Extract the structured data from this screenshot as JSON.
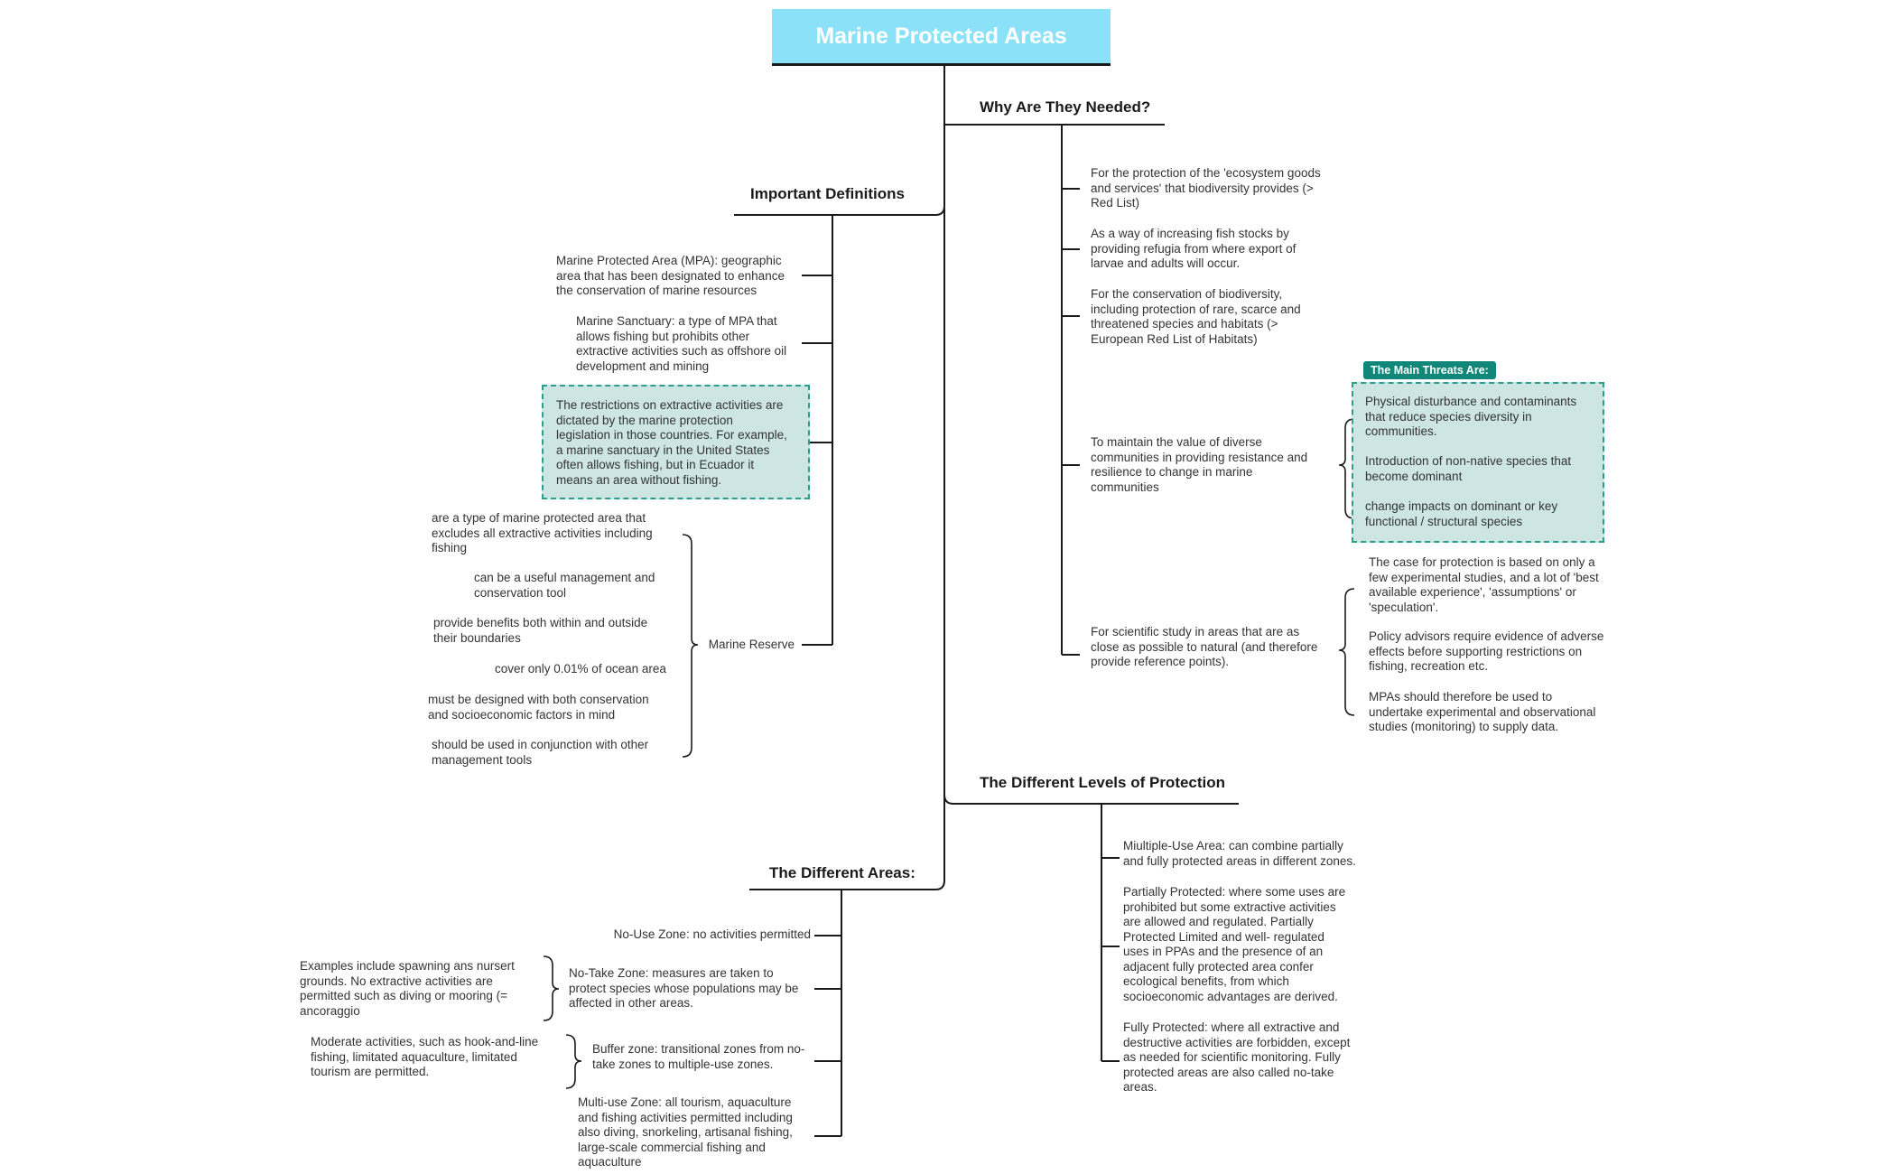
{
  "title": "Marine Protected Areas",
  "sections": {
    "why": "Why Are They Needed?",
    "defs": "Important Definitions",
    "areas": "The Different Areas:",
    "levels": "The Different Levels of Protection"
  },
  "why_items": [
    "For the protection of the 'ecosystem goods\nand services' that biodiversity provides (>\nRed List)",
    "As a way of increasing fish stocks by\nproviding refugia from where export of\nlarvae and adults will occur.",
    "For the conservation of biodiversity,\nincluding protection of rare, scarce and\nthreatened species and habitats (>\nEuropean Red List of Habitats)",
    "To maintain the value of diverse\ncommunities in providing resistance and\nresilience to change in marine\ncommunities",
    "For scientific study in areas that are as\nclose as possible to natural (and therefore\nprovide reference points)."
  ],
  "threats": {
    "label": "The Main Threats Are:",
    "items": [
      "Physical disturbance and contaminants\nthat reduce species diversity in\ncommunities.",
      "Introduction of non-native species that\nbecome dominant",
      "change impacts on dominant or key\nfunctional / structural species"
    ]
  },
  "science_notes": [
    "The case for protection is based on only a\nfew experimental studies, and a lot of 'best\navailable experience', 'assumptions' or\n'speculation'.",
    "Policy advisors require evidence of adverse\neffects before supporting restrictions on\nfishing, recreation etc.",
    "MPAs should therefore be used to\nundertake experimental and observational\nstudies (monitoring) to supply data."
  ],
  "definitions": {
    "mpa": "Marine Protected Area (MPA): geographic\narea that has been designated to enhance\nthe conservation of marine resources",
    "sanctuary": "Marine Sanctuary: a type of MPA that\nallows fishing but prohibits other\nextractive activities such as offshore oil\ndevelopment and mining",
    "note": "The restrictions on extractive activities are\ndictated by the marine protection\nlegislation in those countries. For example,\na marine sanctuary in the United States\noften allows fishing, but in Ecuador it\nmeans an area without fishing.",
    "reserve_label": "Marine Reserve",
    "reserve_items": [
      "are a type of marine protected area that\nexcludes all extractive activities including\nfishing",
      "can be a useful management and\nconservation tool",
      "provide benefits both within and outside\ntheir boundaries",
      "cover only 0.01% of ocean area",
      "must be designed with both conservation\nand socioeconomic factors in mind",
      "should be used in conjunction with other\nmanagement tools"
    ]
  },
  "areas": {
    "no_use": "No-Use Zone: no activities permitted",
    "no_take": "No-Take Zone: measures are taken to\nprotect species whose populations may be\naffected in other areas.",
    "no_take_note": "Examples include spawning ans nursert\ngrounds. No extractive activities are\npermitted such as diving or mooring (=\nancoraggio",
    "buffer": "Buffer zone: transitional zones from no-\ntake zones to multiple-use zones.",
    "buffer_note": "Moderate activities, such as hook-and-line\nfishing, limitated aquaculture, limitated\ntourism are permitted.",
    "multi": "Multi-use Zone: all tourism, aquaculture\nand fishing activities permitted including\nalso diving, snorkeling, artisanal fishing,\nlarge-scale commercial fishing and\naquaculture"
  },
  "levels": [
    "Miultiple-Use Area: can combine partially\nand fully protected areas in different zones.",
    "Partially Protected: where some uses are\nprohibited but some extractive activities\nare allowed and regulated. Partially\nProtected Limited and well- regulated\nuses in PPAs and the presence of an\nadjacent fully protected area confer\necological benefits, from which\nsocioeconomic advantages are derived.",
    "Fully Protected: where all extractive and\ndestructive activities are forbidden, except\nas needed for scientific monitoring. Fully\nprotected areas are also called no-take\nareas."
  ]
}
